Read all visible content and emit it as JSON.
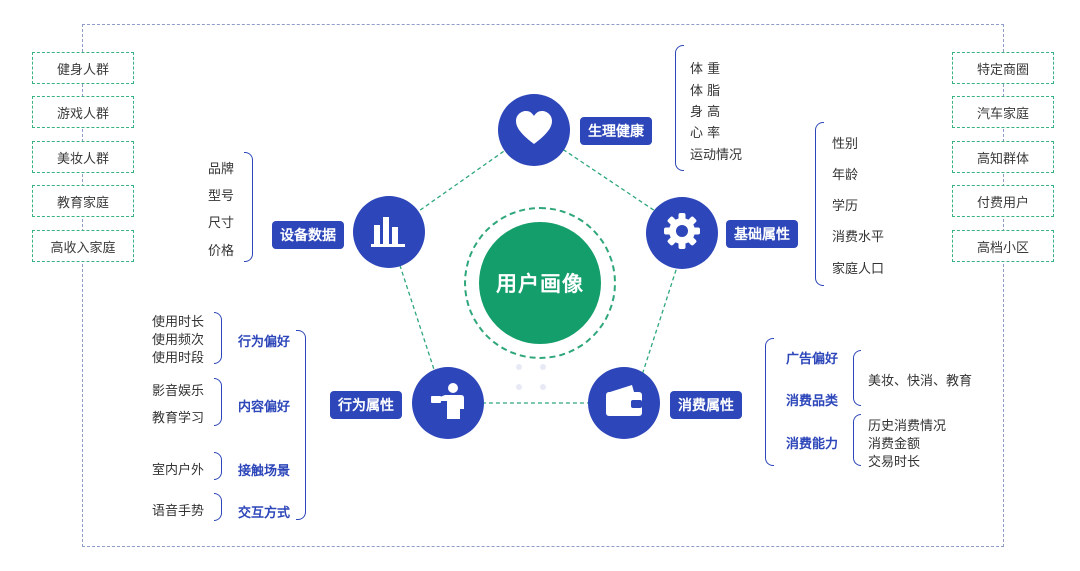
{
  "center_label": "用户画像",
  "left_groups": [
    "健身人群",
    "游戏人群",
    "美妆人群",
    "教育家庭",
    "高收入家庭"
  ],
  "right_groups": [
    "特定商圈",
    "汽车家庭",
    "高知群体",
    "付费用户",
    "高档小区"
  ],
  "physiology": {
    "label": "生理健康",
    "icon": "heart-icon",
    "items": [
      "体 重",
      "体 脂",
      "身 高",
      "心 率",
      "运动情况"
    ]
  },
  "basic": {
    "label": "基础属性",
    "icon": "gear-icon",
    "items": [
      "性别",
      "年龄",
      "学历",
      "消费水平",
      "家庭人口"
    ]
  },
  "device": {
    "label": "设备数据",
    "icon": "bar-chart-icon",
    "items": [
      "品牌",
      "型号",
      "尺寸",
      "价格"
    ]
  },
  "consumption": {
    "label": "消费属性",
    "icon": "wallet-icon",
    "categories": [
      "广告偏好",
      "消费品类",
      "消费能力"
    ],
    "shared_detail": "美妆、快消、教育",
    "ability_items": [
      "历史消费情况",
      "消费金额",
      "交易时长"
    ]
  },
  "behavior": {
    "label": "行为属性",
    "icon": "presenter-icon",
    "subgroups": [
      {
        "label": "行为偏好",
        "items": [
          "使用时长",
          "使用频次",
          "使用时段"
        ]
      },
      {
        "label": "内容偏好",
        "items": [
          "影音娱乐",
          "教育学习"
        ]
      },
      {
        "label": "接触场景",
        "items": [
          "室内户外"
        ]
      },
      {
        "label": "交互方式",
        "items": [
          "语音手势"
        ]
      }
    ]
  },
  "colors": {
    "primary_blue": "#2d46b9",
    "center_green": "#149e6b",
    "dashed_green": "#38b183",
    "frame_dash": "#8f9cc8"
  }
}
